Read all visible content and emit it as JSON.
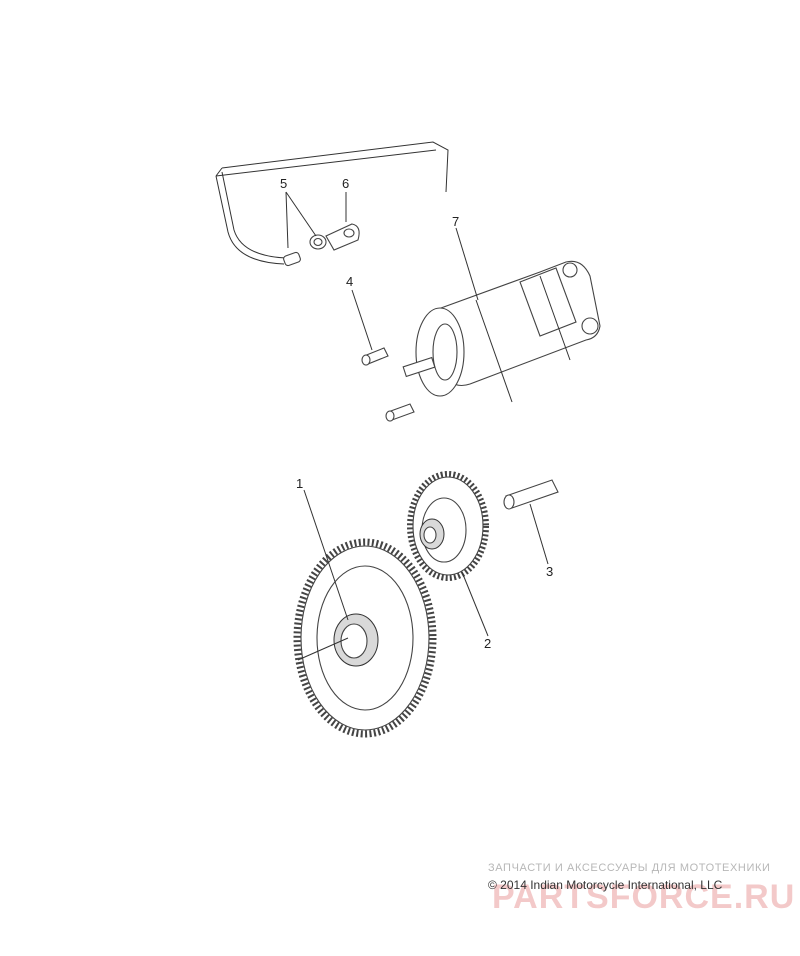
{
  "callouts": {
    "c1": "1",
    "c2": "2",
    "c3": "3",
    "c4": "4",
    "c5": "5",
    "c6": "6",
    "c7": "7"
  },
  "watermark": {
    "top_text": "ЗАПЧАСТИ И АКСЕССУАРЫ ДЛЯ МОТОТЕХНИКИ",
    "copyright": "© 2014 Indian Motorcycle International, LLC",
    "logo": "PARTSFORCE.RU"
  }
}
